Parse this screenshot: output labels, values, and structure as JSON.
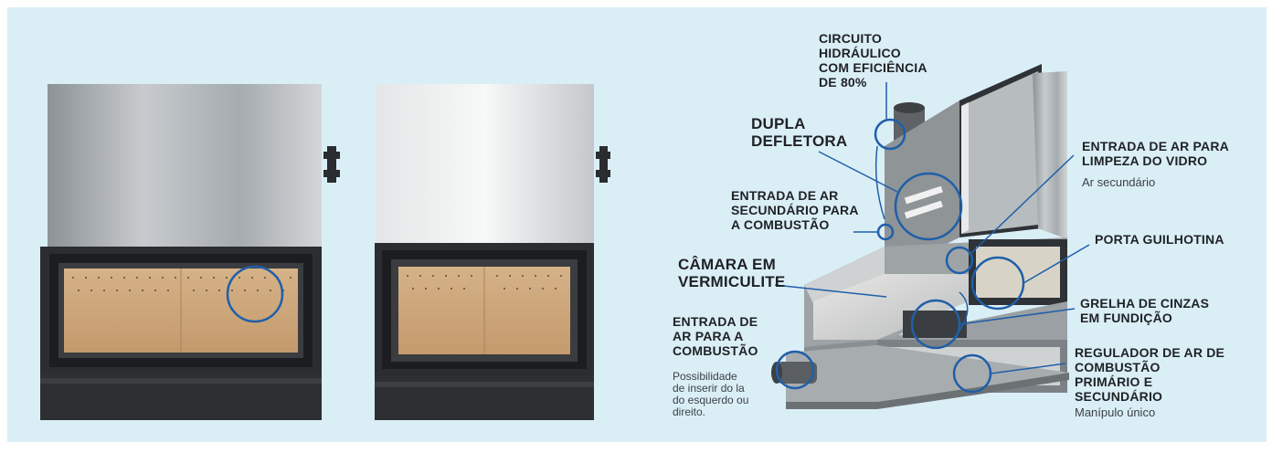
{
  "colors": {
    "background": "#daeef6",
    "callout_line": "#1f5fa8",
    "label_text": "#1f2125",
    "brick": "#c9a57a",
    "frame": "#2a2c30",
    "steel": "#b9bec2"
  },
  "illustration": {
    "title": "fireplace-insert-cutaway",
    "labels": [
      {
        "id": "hydraulic",
        "lines": [
          "CIRCUITO",
          "HIDRÁULICO",
          "COM EFICIÊNCIA",
          "DE 80%"
        ],
        "sub": []
      },
      {
        "id": "deflector",
        "lines": [
          "DUPLA",
          "DEFLETORA"
        ],
        "sub": []
      },
      {
        "id": "secondary_air",
        "lines": [
          "ENTRADA DE AR",
          "SECUNDÁRIO PARA",
          "A COMBUSTÃO"
        ],
        "sub": []
      },
      {
        "id": "vermiculite",
        "lines": [
          "CÂMARA EM",
          "VERMICULITE"
        ],
        "sub": []
      },
      {
        "id": "combustion_air",
        "lines": [
          "ENTRADA DE",
          "AR PARA A",
          "COMBUSTÃO"
        ],
        "sub": [
          "Possibilidade",
          "de inserir do la",
          "do esquerdo ou",
          "direito."
        ]
      },
      {
        "id": "glass_clean",
        "lines": [
          "ENTRADA DE AR PARA",
          "LIMPEZA DO VIDRO"
        ],
        "sub": [
          "Ar secundário"
        ]
      },
      {
        "id": "guillotine",
        "lines": [
          "PORTA GUILHOTINA"
        ],
        "sub": []
      },
      {
        "id": "ash_grate",
        "lines": [
          "GRELHA DE CINZAS",
          "EM FUNDIÇÃO"
        ],
        "sub": []
      },
      {
        "id": "air_regulator",
        "lines": [
          "REGULADOR DE AR DE",
          "COMBUSTÃO",
          "PRIMÁRIO E",
          "SECUNDÁRIO"
        ],
        "sub": [
          "Manípulo único"
        ]
      }
    ]
  }
}
